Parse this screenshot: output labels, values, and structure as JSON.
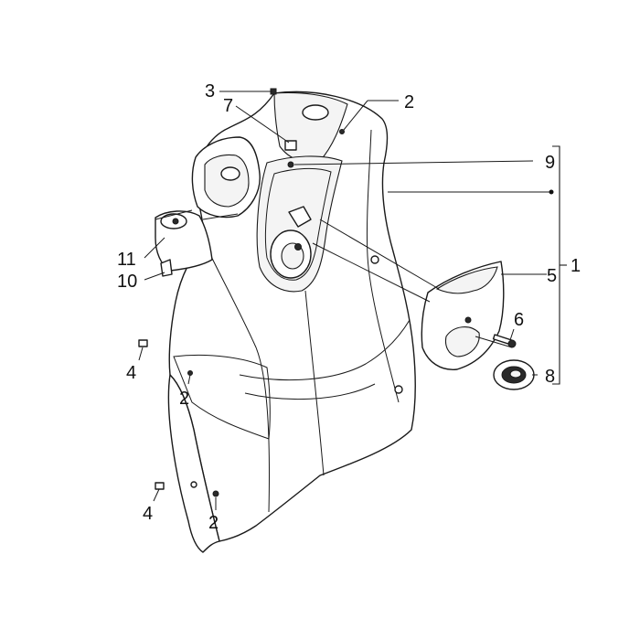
{
  "callouts": {
    "c1": "1",
    "c2_top": "2",
    "c2_left": "2",
    "c2_bottom": "2",
    "c3": "3",
    "c4_upper": "4",
    "c4_lower": "4",
    "c5": "5",
    "c6": "6",
    "c7": "7",
    "c8": "8",
    "c9": "9",
    "c10": "10",
    "c11": "11"
  }
}
